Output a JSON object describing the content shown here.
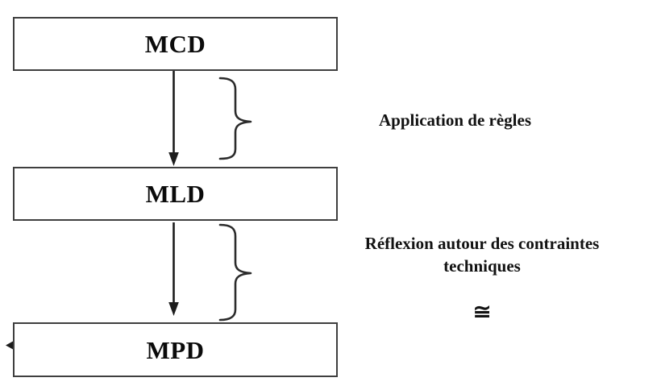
{
  "diagram": {
    "title": "MCD / MLD / MPD modelling levels",
    "background_color": "#ffffff",
    "box_border_color": "#3f3f3f",
    "text_color": "#121212",
    "nodes": [
      {
        "id": "mcd",
        "label": "MCD"
      },
      {
        "id": "mld",
        "label": "MLD"
      },
      {
        "id": "mpd",
        "label": "MPD"
      }
    ],
    "connectors": [
      {
        "id": "arrow-mcd-mld",
        "from": "MCD",
        "to": "MLD",
        "style": "solid-arrow-down"
      },
      {
        "id": "arrow-mld-mpd",
        "from": "MLD",
        "to": "MPD",
        "style": "solid-arrow-down"
      },
      {
        "id": "brace-upper",
        "style": "right-curly-brace",
        "annotates": "Application de règles"
      },
      {
        "id": "brace-lower",
        "style": "right-curly-brace",
        "annotates": "Réflexion autour des contraintes techniques"
      },
      {
        "id": "arrow-into-mpd-left",
        "style": "small-arrowhead-left"
      }
    ],
    "annotations": {
      "upper_label": "Application de règles",
      "lower_label_line1": "Réflexion autour des contraintes",
      "lower_label_line2": "techniques",
      "congruent_symbol": "≅"
    }
  }
}
